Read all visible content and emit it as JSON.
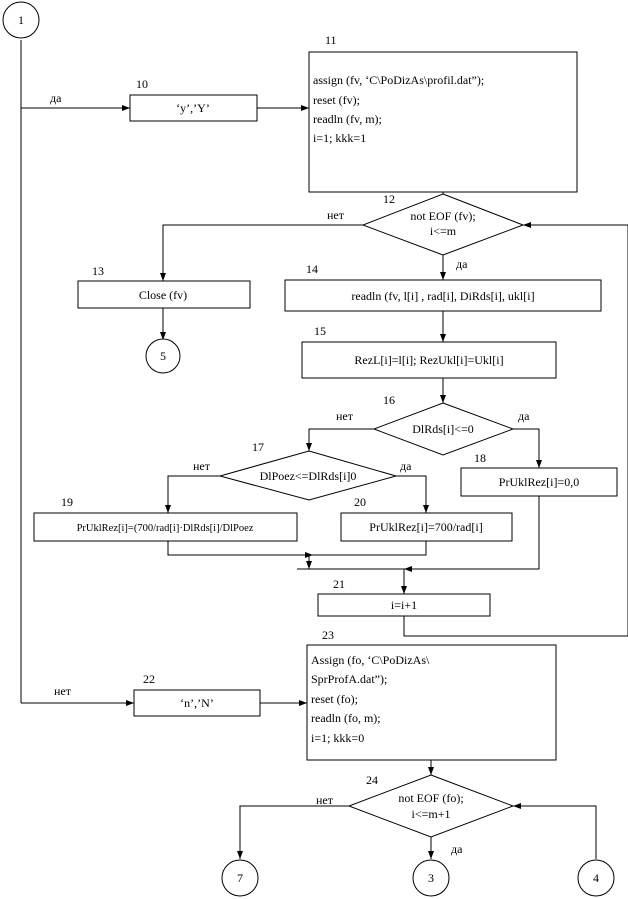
{
  "connectors": {
    "c1": "1",
    "c5": "5",
    "c7": "7",
    "c3": "3",
    "c4": "4"
  },
  "nodes": {
    "n10": {
      "number": "10",
      "text": "‘y’,’Y’"
    },
    "n11": {
      "number": "11",
      "lines": [
        "assign (fv, ‘C\\PoDizAs\\profil.dat”);",
        "reset (fv);",
        "readln (fv, m);",
        "i=1; kkk=1"
      ]
    },
    "n12": {
      "number": "12",
      "lines": [
        "not EOF (fv);",
        "i<=m"
      ]
    },
    "n13": {
      "number": "13",
      "text": "Close (fv)"
    },
    "n14": {
      "number": "14",
      "text": "readln (fv, l[i] , rad[i], DiRds[i], ukl[i]"
    },
    "n15": {
      "number": "15",
      "text": "RezL[i]=l[i]; RezUkl[i]=Ukl[i]"
    },
    "n16": {
      "number": "16",
      "text": "DlRds[i]<=0"
    },
    "n17": {
      "number": "17",
      "text": "DlPoez<=DlRds[i]0"
    },
    "n18": {
      "number": "18",
      "text": "PrUklRez[i]=0,0"
    },
    "n19": {
      "number": "19",
      "text": "PrUklRez[i]=(700/rad[i]·DlRds[i]/DlPoez"
    },
    "n20": {
      "number": "20",
      "text": "PrUklRez[i]=700/rad[i]"
    },
    "n21": {
      "number": "21",
      "text": "i=i+1"
    },
    "n22": {
      "number": "22",
      "text": "‘n’,’N’"
    },
    "n23": {
      "number": "23",
      "lines": [
        "Assign (fo, ‘C\\PoDizAs\\",
        "SprProfA.dat”);",
        "reset (fo);",
        "readln (fo, m);",
        "i=1; kkk=0"
      ]
    },
    "n24": {
      "number": "24",
      "lines": [
        "not EOF (fo);",
        "i<=m+1"
      ]
    }
  },
  "edge_labels": {
    "yes_10": "да",
    "no_12": "нет",
    "yes_12": "да",
    "no_16": "нет",
    "yes_16": "да",
    "no_17": "нет",
    "yes_17": "да",
    "no_22": "нет",
    "no_24": "нет",
    "yes_24": "да"
  }
}
